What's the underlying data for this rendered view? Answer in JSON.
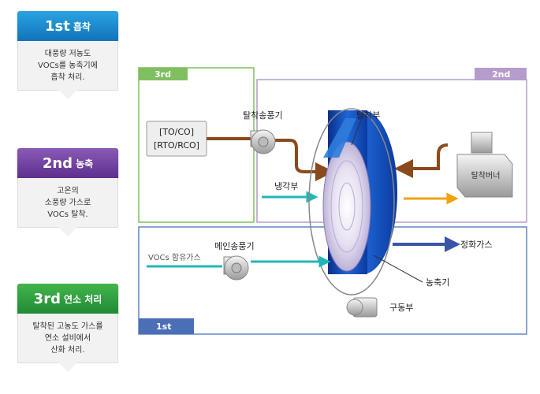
{
  "steps": [
    {
      "num": "1st",
      "suffix": "흡착",
      "line1": "대풍량 저농도",
      "line2": "VOCs를 농축기에",
      "line3": "흡착 처리."
    },
    {
      "num": "2nd",
      "suffix": "농축",
      "line1": "고온의",
      "line2": "소풍량 가스로",
      "line3": "VOCs 탈착."
    },
    {
      "num": "3rd",
      "suffix": "연소 처리",
      "line1": "탈착된 고농도 가스를",
      "line2": "연소 설비에서",
      "line3": "산화 처리."
    }
  ],
  "diagram": {
    "zone_3rd": "3rd",
    "zone_2nd": "2nd",
    "zone_1st": "1st",
    "to_line1": "[TO/CO]",
    "to_line2": "[RTO/RCO]",
    "desorb_fan": "탈착송풍기",
    "desorb_part": "탈착부",
    "cooling_part": "냉각부",
    "burner": "탈착버너",
    "main_fan": "메인송풍기",
    "vocs_gas": "VOCs 함유가스",
    "clean_gas": "정화가스",
    "concentrator": "농축기",
    "drive": "구동부"
  }
}
